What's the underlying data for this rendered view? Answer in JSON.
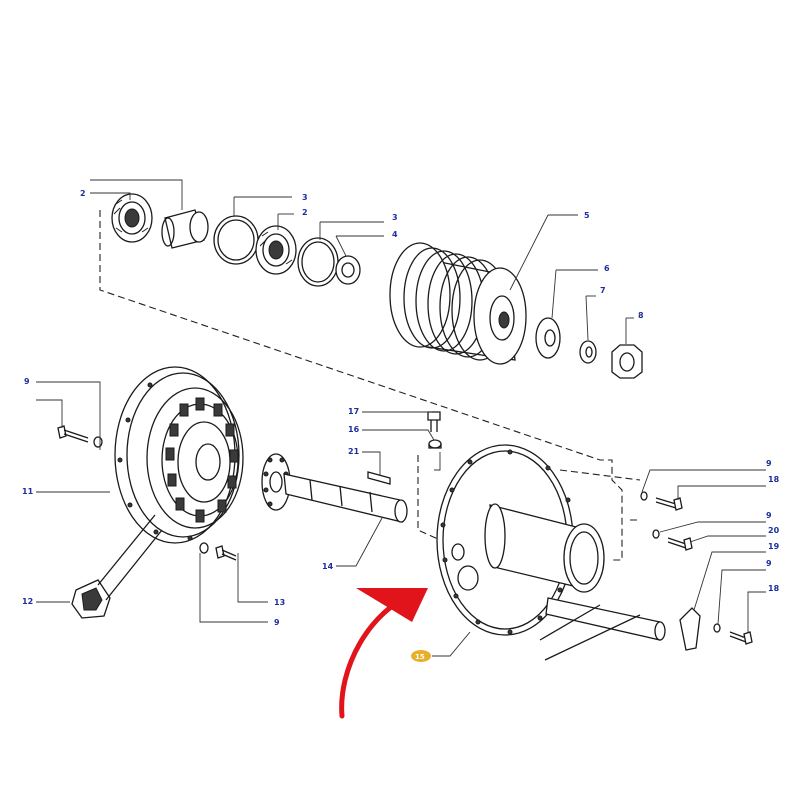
{
  "colors": {
    "callout_text": "#1d2f9e",
    "highlight_badge": "#e8b02a",
    "arrow": "#e0141a",
    "line_art": "#1a1a1a"
  },
  "callouts": [
    {
      "id": "c-2a",
      "label": "2"
    },
    {
      "id": "c-3a",
      "label": "3"
    },
    {
      "id": "c-2b",
      "label": "2"
    },
    {
      "id": "c-3b",
      "label": "3"
    },
    {
      "id": "c-4",
      "label": "4"
    },
    {
      "id": "c-5",
      "label": "5"
    },
    {
      "id": "c-6",
      "label": "6"
    },
    {
      "id": "c-7",
      "label": "7"
    },
    {
      "id": "c-8",
      "label": "8"
    },
    {
      "id": "c-9a",
      "label": "9"
    },
    {
      "id": "c-11",
      "label": "11"
    },
    {
      "id": "c-12",
      "label": "12"
    },
    {
      "id": "c-13",
      "label": "13"
    },
    {
      "id": "c-9b",
      "label": "9"
    },
    {
      "id": "c-17",
      "label": "17"
    },
    {
      "id": "c-16",
      "label": "16"
    },
    {
      "id": "c-21",
      "label": "21"
    },
    {
      "id": "c-14",
      "label": "14"
    },
    {
      "id": "c-9c",
      "label": "9"
    },
    {
      "id": "c-18a",
      "label": "18"
    },
    {
      "id": "c-9d",
      "label": "9"
    },
    {
      "id": "c-20",
      "label": "20"
    },
    {
      "id": "c-19",
      "label": "19"
    },
    {
      "id": "c-9e",
      "label": "9"
    },
    {
      "id": "c-18b",
      "label": "18"
    }
  ],
  "highlighted_callout": {
    "label": "15"
  }
}
